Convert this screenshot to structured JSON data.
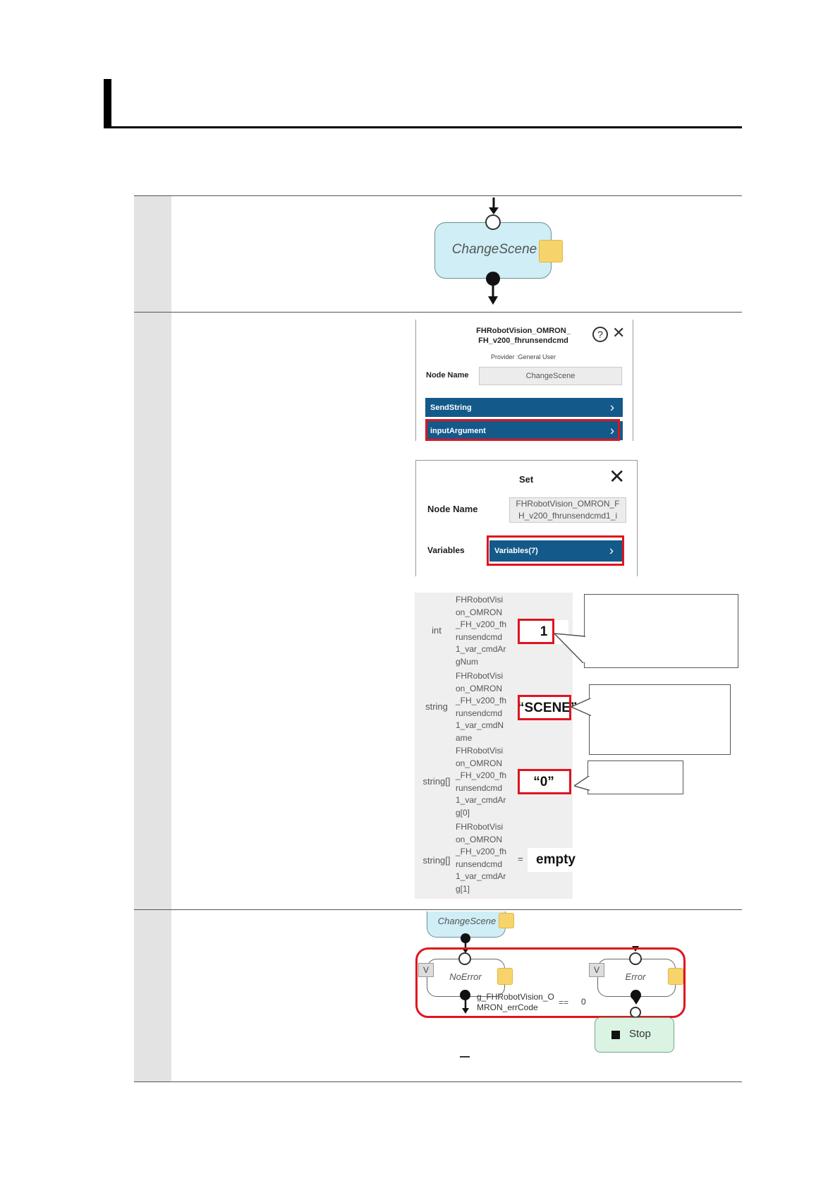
{
  "flow_top": {
    "node_label": "ChangeScene"
  },
  "panel1": {
    "title_line1": "FHRobotVision_OMRON_",
    "title_line2": "FH_v200_fhrunsendcmd",
    "help_icon": "?",
    "close_icon": "✕",
    "provider": "Provider :General User",
    "node_name_label": "Node Name",
    "node_name_value": "ChangeScene",
    "rows": [
      "SendString",
      "inputArgument"
    ]
  },
  "panel2": {
    "title": "Set",
    "node_name_label": "Node Name",
    "node_name_line1": "FHRobotVision_OMRON_F",
    "node_name_line2": "H_v200_fhrunsendcmd1_i",
    "variables_label": "Variables",
    "variables_button": "Variables(7)"
  },
  "variables": [
    {
      "type": "int",
      "name": [
        "FHRobotVisi",
        "on_OMRON",
        "_FH_v200_fh",
        "runsendcmd",
        "1_var_cmdAr",
        "gNum"
      ],
      "op": "=",
      "value": "1"
    },
    {
      "type": "string",
      "name": [
        "FHRobotVisi",
        "on_OMRON",
        "_FH_v200_fh",
        "runsendcmd",
        "1_var_cmdN",
        "ame"
      ],
      "op": "=",
      "value": "“SCENE”"
    },
    {
      "type": "string[]",
      "name": [
        "FHRobotVisi",
        "on_OMRON",
        "_FH_v200_fh",
        "runsendcmd",
        "1_var_cmdAr",
        "g[0]"
      ],
      "op": "=",
      "value": "“0”"
    },
    {
      "type": "string[]",
      "name": [
        "FHRobotVisi",
        "on_OMRON",
        "_FH_v200_fh",
        "runsendcmd",
        "1_var_cmdAr",
        "g[1]"
      ],
      "op": "=",
      "value": "empty"
    }
  ],
  "flow_bottom": {
    "top_node": "ChangeScene",
    "v_label": "V",
    "noerror_label": "NoError",
    "error_label": "Error",
    "cond_line1": "g_FHRobotVision_O",
    "cond_line2": "MRON_errCode",
    "cond_op": "==",
    "cond_value": "0",
    "stop_label": "Stop"
  },
  "colors": {
    "bar_blue": "#135a8a",
    "highlight_red": "#e0141e",
    "node_blue": "#cfeef6",
    "stop_green": "#daf3e2"
  }
}
